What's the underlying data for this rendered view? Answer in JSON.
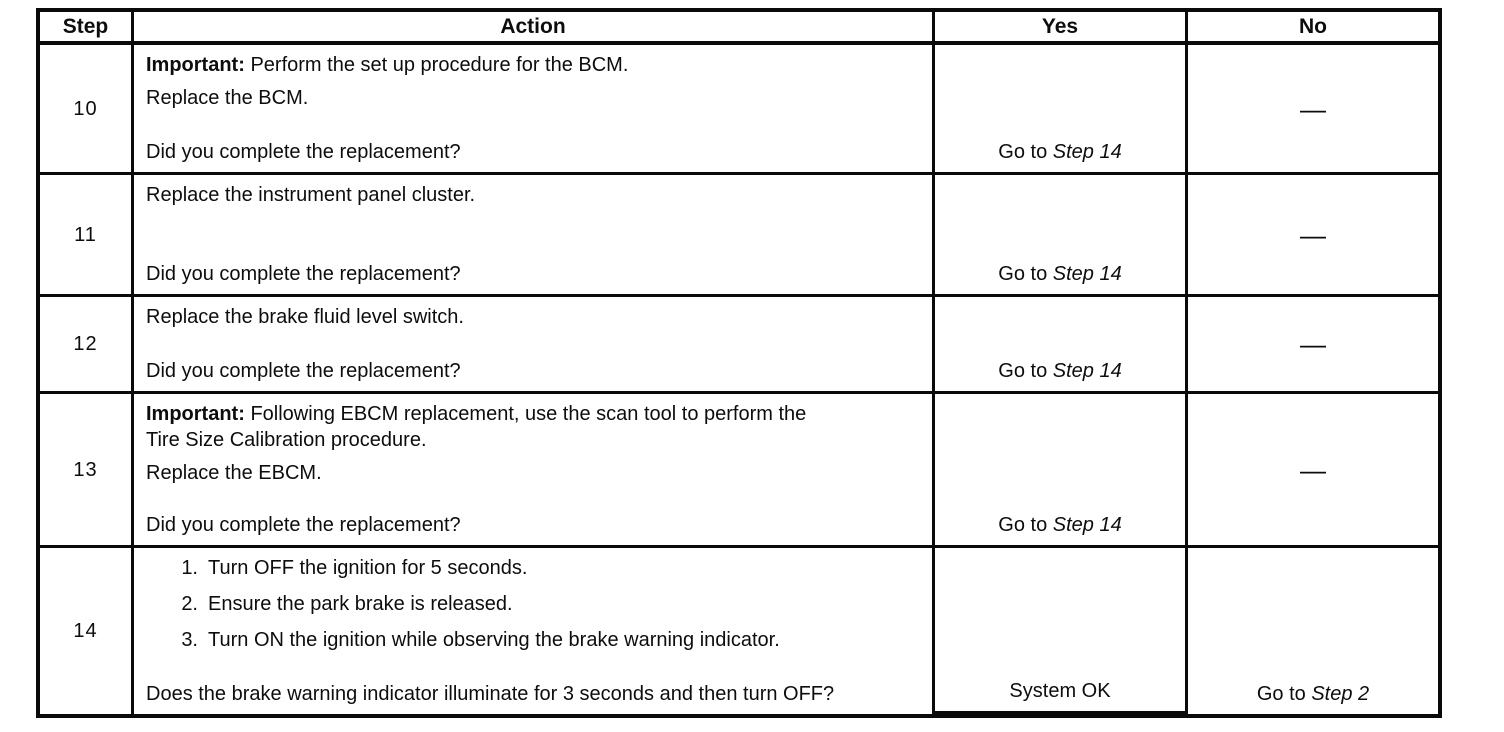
{
  "colors": {
    "ink": "#0d0d0d",
    "paper": "#ffffff",
    "border": "#0a0a0a"
  },
  "table": {
    "headers": {
      "step": "Step",
      "action": "Action",
      "yes": "Yes",
      "no": "No"
    },
    "rows": [
      {
        "step": "10",
        "important_label": "Important:",
        "important_text": "Perform the set up procedure for the BCM.",
        "lines": [
          "Replace the BCM."
        ],
        "question": "Did you complete the replacement?",
        "yes": {
          "prefix": "Go to",
          "italic": "Step 14"
        },
        "no": {
          "dash": "—"
        }
      },
      {
        "step": "11",
        "lines": [
          "Replace the instrument panel cluster."
        ],
        "question": "Did you complete the replacement?",
        "yes": {
          "prefix": "Go to",
          "italic": "Step 14"
        },
        "no": {
          "dash": "—"
        }
      },
      {
        "step": "12",
        "lines": [
          "Replace the brake fluid level switch."
        ],
        "question": "Did you complete the replacement?",
        "yes": {
          "prefix": "Go to",
          "italic": "Step 14"
        },
        "no": {
          "dash": "—"
        }
      },
      {
        "step": "13",
        "important_label": "Important:",
        "important_text": "Following EBCM replacement, use the scan tool to perform the Tire Size Calibration procedure.",
        "lines": [
          "Replace the EBCM."
        ],
        "question": "Did you complete the replacement?",
        "yes": {
          "prefix": "Go to",
          "italic": "Step 14"
        },
        "no": {
          "dash": "—"
        }
      },
      {
        "step": "14",
        "list": [
          {
            "num": "1.",
            "text": "Turn OFF the ignition for 5 seconds."
          },
          {
            "num": "2.",
            "text": "Ensure the park brake is released."
          },
          {
            "num": "3.",
            "text": "Turn ON the ignition while observing the brake warning indicator."
          }
        ],
        "question": "Does the brake warning indicator illuminate for 3 seconds and then turn OFF?",
        "yes": {
          "text": "System OK"
        },
        "no": {
          "prefix": "Go to",
          "italic": "Step 2"
        }
      }
    ]
  }
}
